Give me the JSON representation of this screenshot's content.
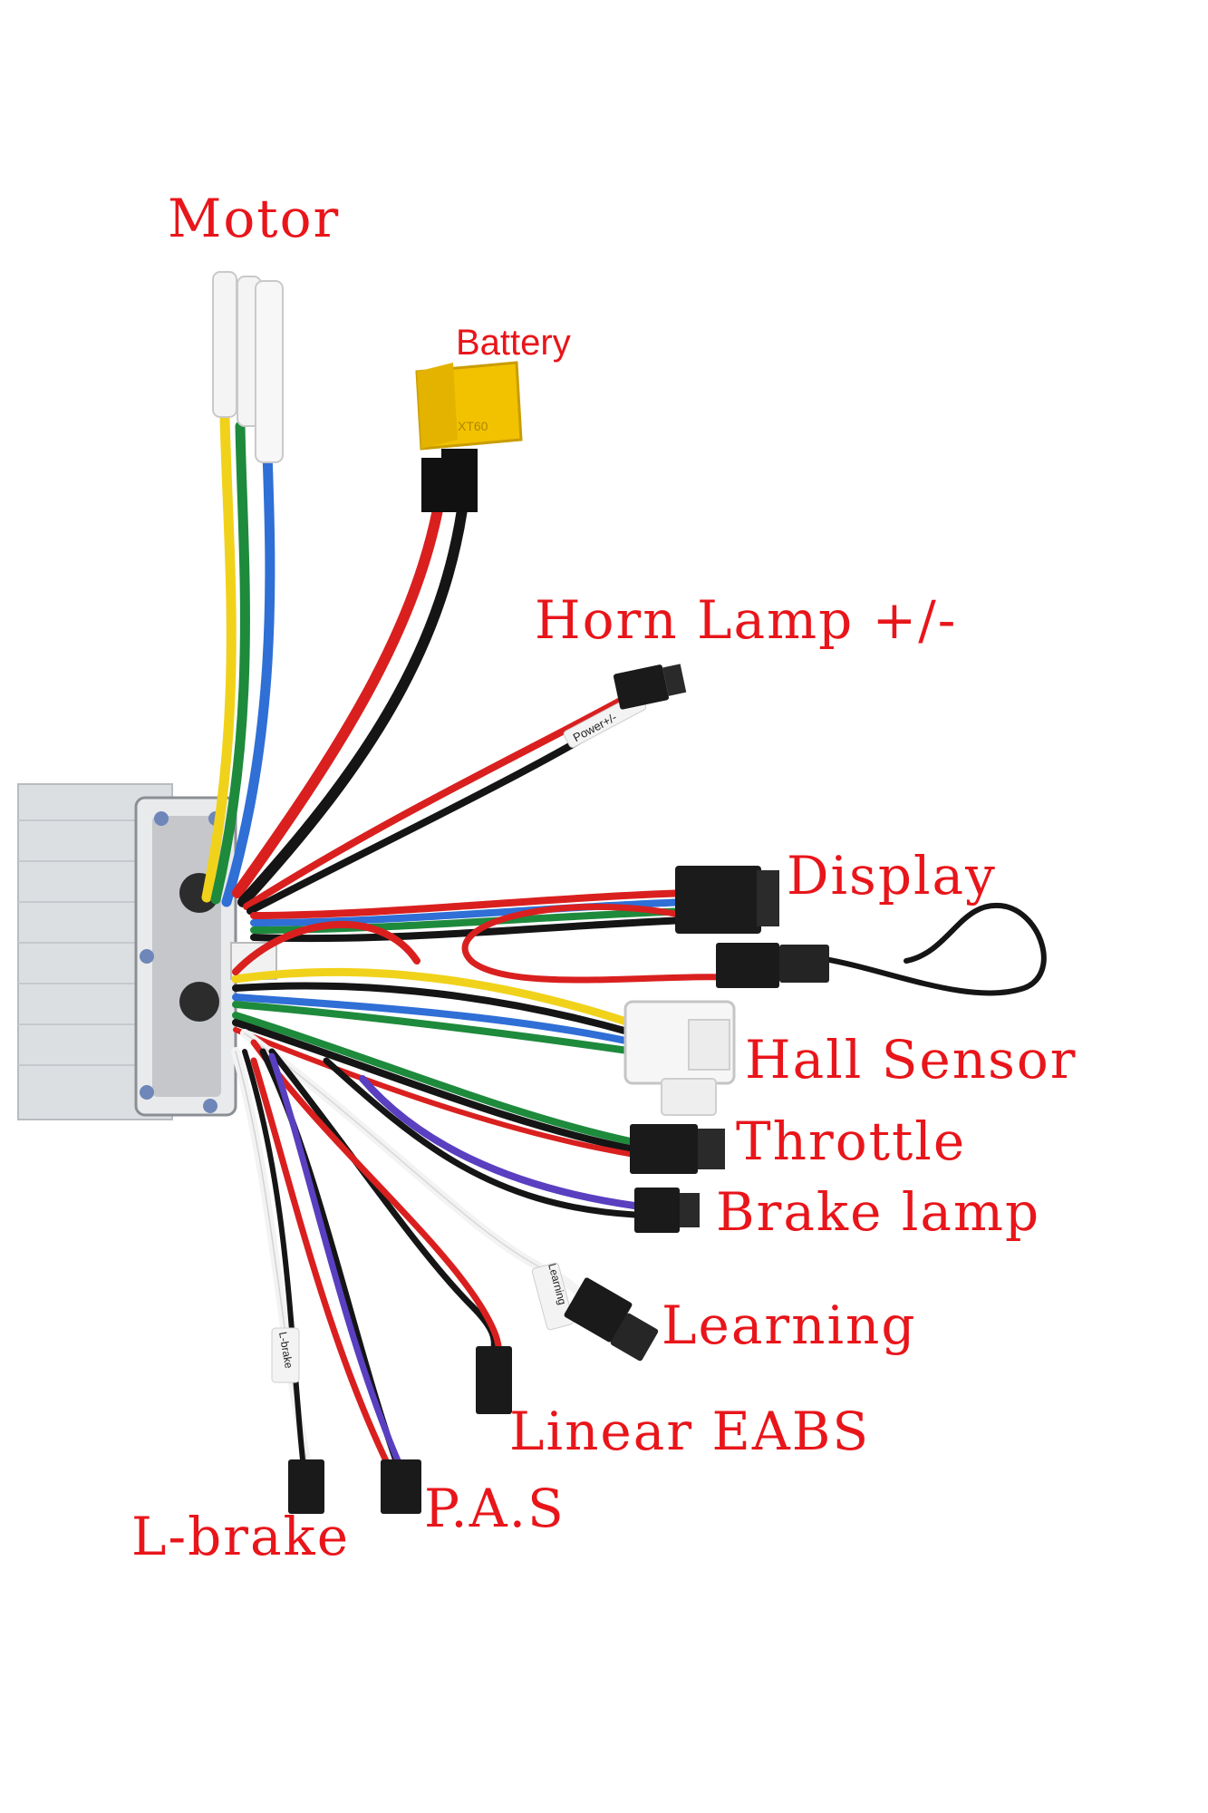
{
  "labels": {
    "motor": "Motor",
    "battery": "Battery",
    "horn_lamp": "Horn Lamp +/-",
    "display": "Display",
    "hall_sensor": "Hall Sensor",
    "throttle": "Throttle",
    "brake_lamp": "Brake lamp",
    "learning": "Learning",
    "linear_eabs": "Linear EABS",
    "pas": "P.A.S",
    "l_brake": "L-brake"
  },
  "cable_tags": {
    "power": "Power+/-",
    "learning": "Learning",
    "l_brake": "L-brake"
  },
  "connector_marks": {
    "xt60": "XT60"
  },
  "colors": {
    "label_red": "#e8151a",
    "wire_red": "#d9201f",
    "wire_black": "#151515",
    "wire_yellow": "#f1d21a",
    "wire_green": "#1e8a3c",
    "wire_blue": "#2f6fd6",
    "wire_purple": "#5a3fc0",
    "wire_white": "#f3f3f3",
    "connector_yellow": "#f2c200",
    "housing": "#d9dcdf"
  }
}
